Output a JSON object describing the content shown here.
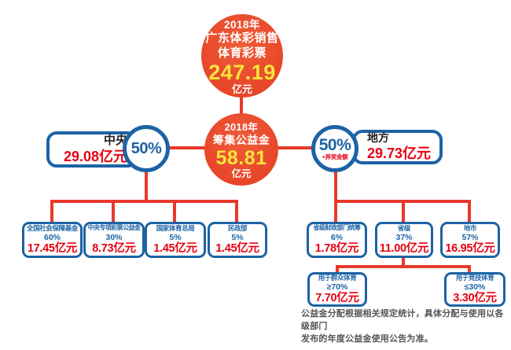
{
  "colors": {
    "circle_red": "#e94b2d",
    "value_yellow": "#f7e53c",
    "brand_blue": "#1d63a5",
    "line_red": "#e8392b",
    "amount_red": "#e60012",
    "note_gray": "#575354"
  },
  "top_circle": {
    "year": "2018年",
    "line2": "广东体彩销售",
    "line3": "体育彩票",
    "value": "247.19",
    "unit": "亿元"
  },
  "mid_circle": {
    "year": "2018年",
    "label": "筹集公益金",
    "value": "58.81",
    "unit": "亿元"
  },
  "central": {
    "pct": "50%",
    "label": "中央",
    "amount": "29.08亿元"
  },
  "local": {
    "pct": "50%",
    "pct_note": "+弃奖金额",
    "label": "地方",
    "amount": "29.73亿元"
  },
  "central_children": [
    {
      "title": "全国社会保障基金",
      "pct": "60%",
      "amount": "17.45亿元"
    },
    {
      "title": "中央专项彩票公益金",
      "pct": "30%",
      "amount": "8.73亿元"
    },
    {
      "title": "国家体育总局",
      "pct": "5%",
      "amount": "1.45亿元"
    },
    {
      "title": "民政部",
      "pct": "5%",
      "amount": "1.45亿元"
    }
  ],
  "local_children": [
    {
      "title": "省级财政部门统筹",
      "pct": "6%",
      "amount": "1.78亿元"
    },
    {
      "title": "省级",
      "pct": "37%",
      "amount": "11.00亿元"
    },
    {
      "title": "地市",
      "pct": "57%",
      "amount": "16.95亿元"
    }
  ],
  "provincial_children": [
    {
      "title": "用于群众体育",
      "pct": "≥70%",
      "amount": "7.70亿元"
    },
    {
      "title": "用于竞技体育",
      "pct": "≤30%",
      "amount": "3.30亿元"
    }
  ],
  "footnote": {
    "line1": "公益金分配根据相关规定统计，具体分配与使用以各级部门",
    "line2": "发布的年度公益金使用公告为准。"
  }
}
